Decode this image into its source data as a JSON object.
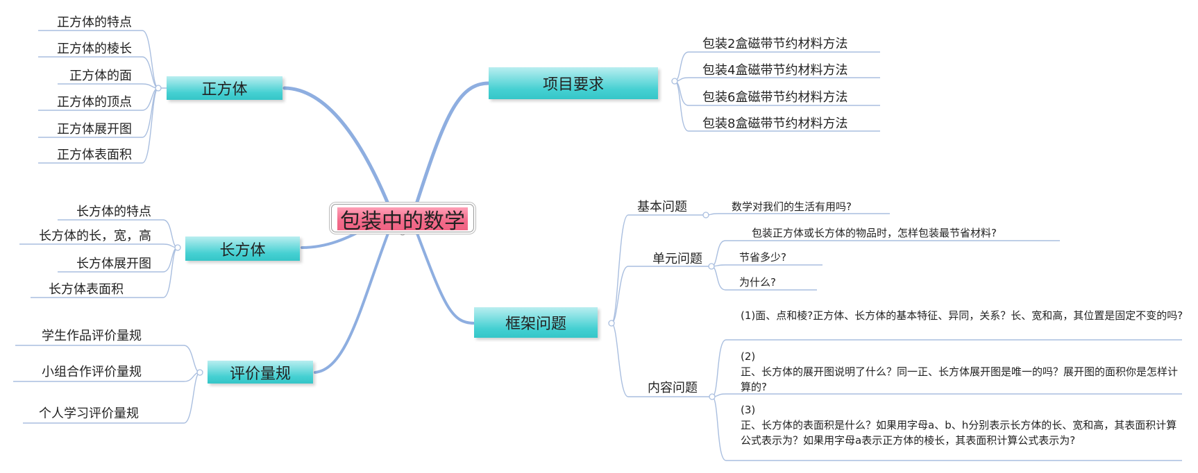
{
  "central_topic": "包装中的数学",
  "branches": {
    "cube": {
      "label": "正方体",
      "children": [
        "正方体的特点",
        "正方体的棱长",
        "正方体的面",
        "正方体的顶点",
        "正方体展开图",
        "正方体表面积"
      ]
    },
    "cuboid": {
      "label": "长方体",
      "children": [
        "长方体的特点",
        "长方体的长，宽，高",
        "长方体展开图",
        "长方体表面积"
      ]
    },
    "rubric": {
      "label": "评价量规",
      "children": [
        "学生作品评价量规",
        "小组合作评价量规",
        "个人学习评价量规"
      ]
    },
    "project": {
      "label": "项目要求",
      "children": [
        "包装2盒磁带节约材料方法",
        "包装4盒磁带节约材料方法",
        "包装6盒磁带节约材料方法",
        "包装8盒磁带节约材料方法"
      ]
    },
    "framework": {
      "label": "框架问题",
      "basic": {
        "label": "基本问题",
        "children": [
          "数学对我们的生活有用吗?"
        ]
      },
      "unit": {
        "label": "单元问题",
        "children": [
          "包装正方体或长方体的物品时，怎样包装最节省材料?",
          "节省多少?",
          "为什么?"
        ]
      },
      "content": {
        "label": "内容问题",
        "children": [
          "(1)面、点和棱?正方体、长方体的基本特征、异同，关系？长、宽和高，其位置是固定不变的吗?",
          "(2)\n正、长方体的展开图说明了什么？同一正、长方体展开图是唯一的吗？展开图的面积你是怎样计算的?",
          "(3)\n正、长方体的表面积是什么？如果用字母a、b、h分别表示长方体的长、宽和高，其表面积计算公式表示为？如果用字母a表示正方体的棱长，其表面积计算公式表示为?"
        ]
      }
    }
  },
  "colors": {
    "branch": "#8eaee0",
    "thin": "#a9bedf",
    "node": "#45d0d2",
    "center": "#f06383"
  }
}
